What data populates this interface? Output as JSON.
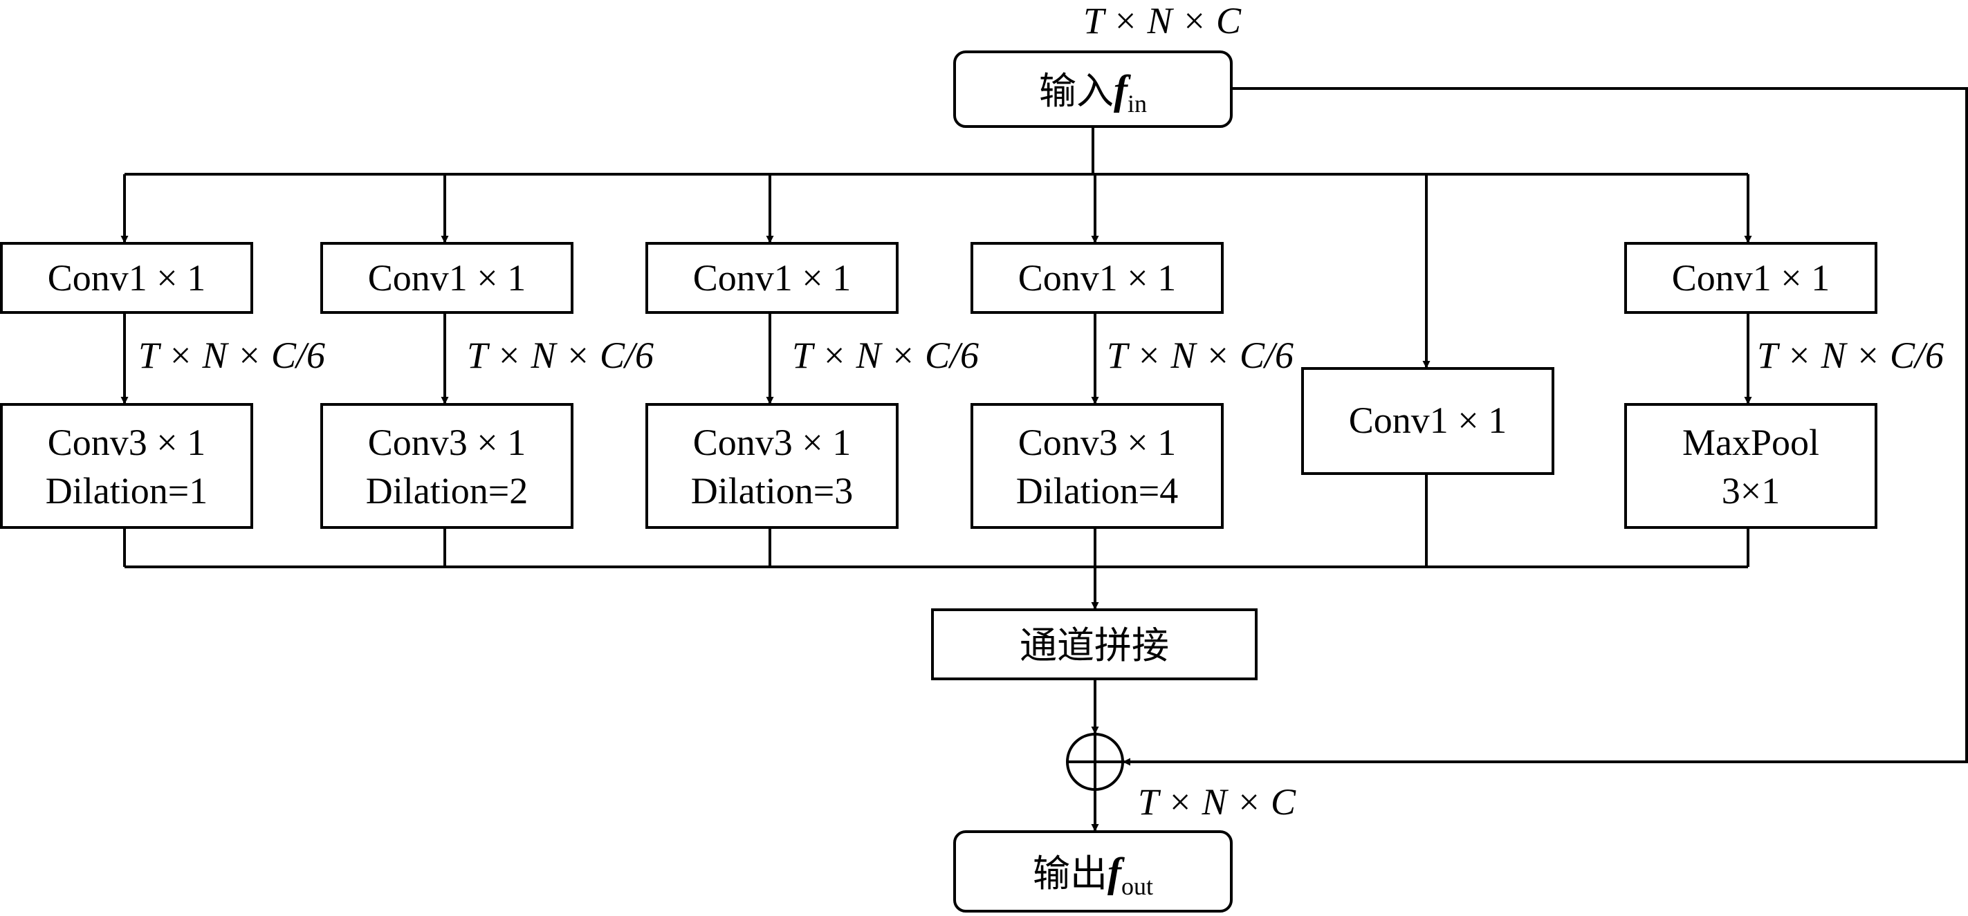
{
  "input": {
    "prefix": "输入",
    "symbol": "f",
    "subscript": "in"
  },
  "output": {
    "prefix": "输出",
    "symbol": "f",
    "subscript": "out"
  },
  "dims": {
    "full": "T × N × C",
    "sixth": "T × N × C/6"
  },
  "branches": [
    {
      "conv1": "Conv1 × 1",
      "op_line1": "Conv3 × 1",
      "op_line2": "Dilation=1"
    },
    {
      "conv1": "Conv1 × 1",
      "op_line1": "Conv3 × 1",
      "op_line2": "Dilation=2"
    },
    {
      "conv1": "Conv1 × 1",
      "op_line1": "Conv3 × 1",
      "op_line2": "Dilation=3"
    },
    {
      "conv1": "Conv1 × 1",
      "op_line1": "Conv3 × 1",
      "op_line2": "Dilation=4"
    },
    {
      "conv1": "Conv1 × 1"
    },
    {
      "conv1": "Conv1 × 1",
      "op_line1": "MaxPool",
      "op_line2": "3×1"
    }
  ],
  "concat": "通道拼接"
}
